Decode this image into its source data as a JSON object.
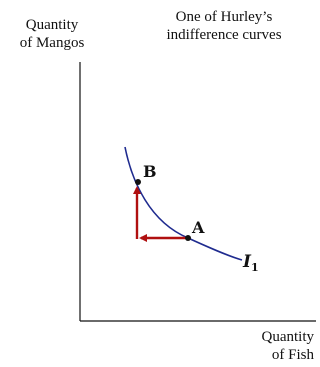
{
  "diagram": {
    "title": "One of Hurley’s indifference curves",
    "title_lines": [
      "One of Hurley’s",
      "indifference curves"
    ],
    "y_axis_label_lines": [
      "Quantity",
      "of Mangos"
    ],
    "x_axis_label_lines": [
      "Quantity",
      "of Fish"
    ],
    "curve_label": "I",
    "curve_label_subscript": "1",
    "points": [
      {
        "label": "B"
      },
      {
        "label": "A"
      }
    ],
    "colors": {
      "curve": "#1f2b8f",
      "arrows": "#b01010",
      "axes": "#111111",
      "points": "#111111"
    }
  }
}
